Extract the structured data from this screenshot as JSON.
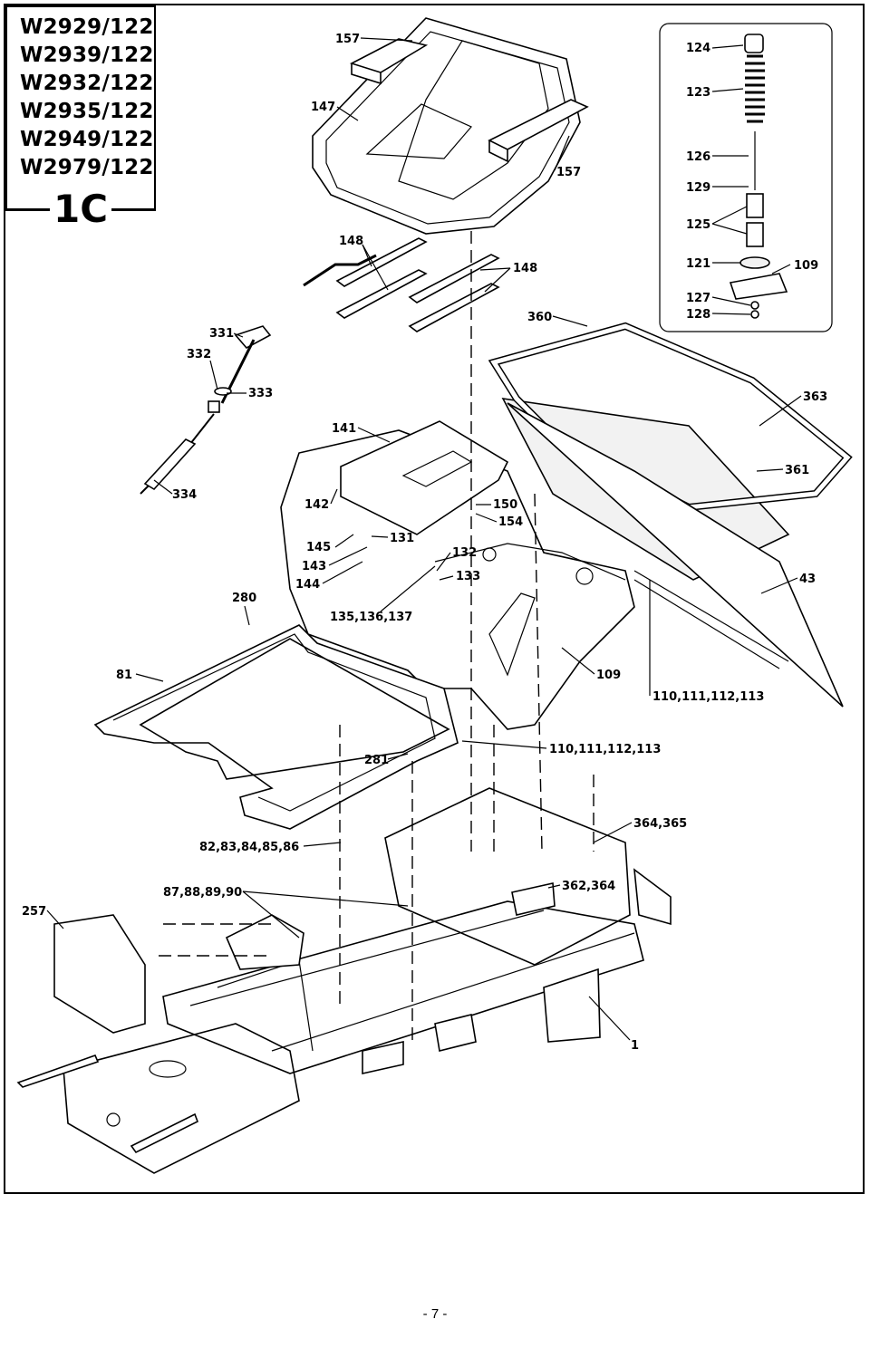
{
  "title_block": {
    "models": [
      "W2929/122",
      "W2939/122",
      "W2932/122",
      "W2935/122",
      "W2949/122",
      "W2979/122"
    ],
    "figure": "1C"
  },
  "callouts": {
    "c157a": "157",
    "c147": "147",
    "c157b": "157",
    "c148a": "148",
    "c148b": "148",
    "c124": "124",
    "c123": "123",
    "c126": "126",
    "c129": "129",
    "c125": "125",
    "c121": "121",
    "c109a": "109",
    "c127": "127",
    "c128": "128",
    "c360": "360",
    "c331": "331",
    "c332": "332",
    "c333": "333",
    "c334": "334",
    "c141": "141",
    "c363": "363",
    "c361": "361",
    "c150": "150",
    "c154": "154",
    "c142": "142",
    "c145": "145",
    "c131": "131",
    "c132": "132",
    "c133": "133",
    "c143": "143",
    "c144": "144",
    "c280": "280",
    "c135": "135,136,137",
    "c43": "43",
    "c81": "81",
    "c109b": "109",
    "c110a": "110,111,112,113",
    "c281": "281",
    "c110b": "110,111,112,113",
    "c364": "364,365",
    "c82": "82,83,84,85,86",
    "c362": "362,364",
    "c87": "87,88,89,90",
    "c257": "257",
    "c1": "1"
  },
  "footer": {
    "page": "- 7 -"
  }
}
